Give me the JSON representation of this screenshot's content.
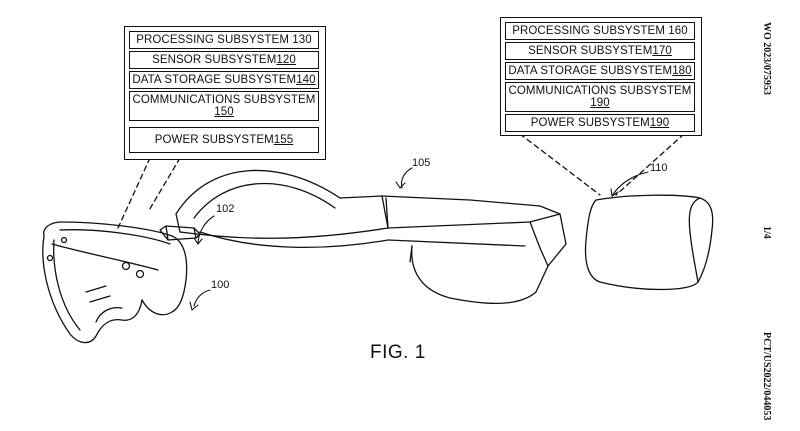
{
  "left_group": {
    "processing": {
      "text": "PROCESSING SUBSYSTEM 130"
    },
    "sensor": {
      "text": "SENSOR SUBSYSTEM ",
      "ref": "120"
    },
    "storage": {
      "text": "DATA STORAGE SUBSYSTEM ",
      "ref": "140"
    },
    "comms": {
      "text": "COMMUNICATIONS SUBSYSTEM",
      "ref": "150"
    },
    "power": {
      "text": "POWER SUBSYSTEM ",
      "ref": "155"
    }
  },
  "right_group": {
    "processing": {
      "text": "PROCESSING SUBSYSTEM 160"
    },
    "sensor": {
      "text": "SENSOR SUBSYSTEM ",
      "ref": "170"
    },
    "storage": {
      "text": "DATA STORAGE SUBSYSTEM ",
      "ref": "180"
    },
    "comms": {
      "text": "COMMUNICATIONS SUBSYSTEM",
      "ref": "190"
    },
    "power": {
      "text": "POWER SUBSYSTEM ",
      "ref": "190"
    }
  },
  "labels": {
    "headset": "100",
    "sensor_module": "102",
    "strap": "105",
    "battery_pack": "110"
  },
  "figure_title": "FIG. 1",
  "margin": {
    "publication_number": "WO 2023/075953",
    "sheet": "1/4",
    "application_number": "PCT/US2022/044053"
  }
}
